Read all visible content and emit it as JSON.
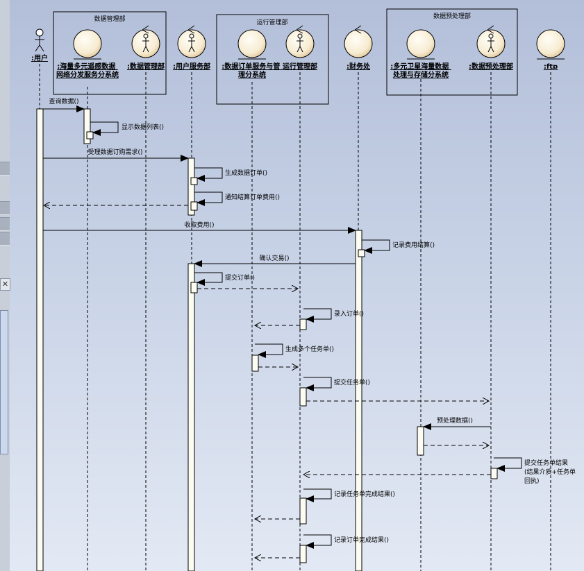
{
  "partitions": [
    {
      "id": "p1",
      "title": "数据管理部"
    },
    {
      "id": "p2",
      "title": "运行管理部"
    },
    {
      "id": "p3",
      "title": "数据预处理部"
    }
  ],
  "lifelines": [
    {
      "id": "user",
      "kind": "actor",
      "label": ":用户"
    },
    {
      "id": "haili",
      "kind": "entity",
      "label": ":海量多元遥感数据网络分发服务分系统"
    },
    {
      "id": "shuju",
      "kind": "control",
      "label": ":数据管理部"
    },
    {
      "id": "yonghu",
      "kind": "entity",
      "label": ":用户服务部"
    },
    {
      "id": "dingdan",
      "kind": "entity",
      "label": ":数据订单服务与管理分系统"
    },
    {
      "id": "yunxing",
      "kind": "control",
      "label": "运行管理部"
    },
    {
      "id": "caiwu",
      "kind": "entity",
      "label": ":财务处"
    },
    {
      "id": "duoyuan",
      "kind": "entity",
      "label": ":多元卫星海量数据处理与存储分系统"
    },
    {
      "id": "yuchuli",
      "kind": "control",
      "label": ":数据预处理部"
    },
    {
      "id": "ftp",
      "kind": "entity",
      "label": ":ftp"
    }
  ],
  "messages": [
    {
      "label": "查询数据()"
    },
    {
      "label": "显示数据列表()"
    },
    {
      "label": "受理数据订购需求()"
    },
    {
      "label": "生成数据订单()"
    },
    {
      "label": "通知结算订单费用()"
    },
    {
      "label": "收取费用()"
    },
    {
      "label": "记录费用结算()"
    },
    {
      "label": "确认交易()"
    },
    {
      "label": "提交订单()"
    },
    {
      "label": "录入订单()"
    },
    {
      "label": "生成多个任务单()"
    },
    {
      "label": "提交任务单()"
    },
    {
      "label": "预处理数据()"
    },
    {
      "label": "提交任务单结果",
      "label2": "(结果介质+任务单",
      "label3": "回执)"
    },
    {
      "label": "记录任务单完成结果()"
    },
    {
      "label": "记录订单完成结果()"
    }
  ],
  "colors": {
    "background_top": "#b3bfd9",
    "background_bottom": "#e3e9f4",
    "activation_fill": "#fdfcf2",
    "participant_fill": "#fbf5e3",
    "participant_shade": "#e6cfa3",
    "line": "#000000"
  }
}
